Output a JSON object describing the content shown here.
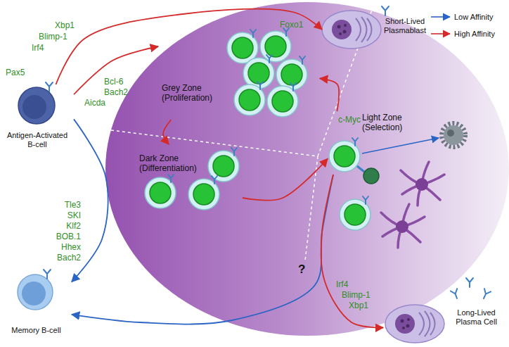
{
  "diagram": {
    "nodes": [
      {
        "text": [
          "Antigen-Activated B-cell"
        ]
      },
      {
        "text": [
          "Short-Lived Plasmablast"
        ]
      },
      {
        "text": [
          "Grey Zone (Proliferation)"
        ]
      },
      {
        "text": [
          "Dark Zone (Differentiation)"
        ]
      },
      {
        "text": [
          "Light Zone (Selection)"
        ]
      },
      {
        "text": [
          "Memory B-cell"
        ]
      },
      {
        "text": [
          "Long-Lived Plasma Cell"
        ]
      }
    ],
    "edges": [
      {
        "from": 0,
        "to": 1,
        "arrow": "to"
      },
      {
        "from": 0,
        "to": 2,
        "arrow": "to"
      },
      {
        "from": 0,
        "to": 5,
        "arrow": "to"
      },
      {
        "from": 2,
        "to": 3,
        "arrow": "to"
      },
      {
        "from": 3,
        "to": 4,
        "arrow": "to"
      },
      {
        "from": 4,
        "to": 2,
        "arrow": "to"
      },
      {
        "from": 4,
        "to": 5,
        "arrow": "to"
      },
      {
        "from": 4,
        "to": 6,
        "arrow": "to"
      }
    ],
    "labels": [
      "Pax5",
      "Xbp1",
      "Blimp-1",
      "Irf4",
      "Bcl-6",
      "Bach2",
      "Aicda",
      "Foxo1",
      "c-Myc",
      "Tle3",
      "SKI",
      "Klf2",
      "BOB.1",
      "Hhex",
      "Bach2",
      "?",
      "Irf4",
      "Blimp-1",
      "Xbp1"
    ],
    "legend": [
      {
        "text": "Low Affinity"
      },
      {
        "text": "High Affinity"
      }
    ]
  }
}
